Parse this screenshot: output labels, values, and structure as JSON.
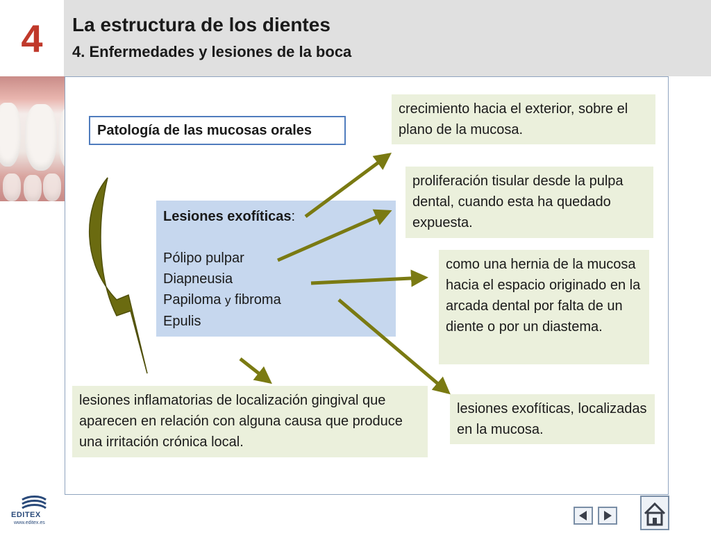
{
  "header": {
    "chapter_number": "4",
    "title": "La estructura de los dientes",
    "subtitle": "4. Enfermedades y lesiones de la boca"
  },
  "diagram": {
    "section_title": "Patología de las mucosas orales",
    "center": {
      "heading": "Lesiones exofíticas",
      "heading_suffix": ":",
      "items": [
        "Pólipo pulpar",
        "Diapneusia",
        "Papiloma",
        "y",
        "fibroma",
        "Epulis"
      ]
    },
    "descriptions": {
      "polipo": "crecimiento hacia el exterior, sobre el plano de la mucosa.",
      "diapneusia": "proliferación tisular desde la pulpa dental, cuando esta ha quedado expuesta.",
      "papiloma": "como una hernia de la mucosa hacia el espacio originado en la arcada dental por falta de un diente o por un diastema.",
      "fibroma": "lesiones exofíticas, localizadas en la mucosa.",
      "epulis": "lesiones inflamatorias de localización gingival que aparecen en relación con alguna causa que produce una irritación crónica local."
    }
  },
  "footer": {
    "brand": "EDITEX",
    "url": "www.editex.es"
  },
  "colors": {
    "chapter_red": "#c0392b",
    "arrow_olive": "#7a7a12",
    "center_fill": "#c6d7ee",
    "description_fill": "#ebf0dc",
    "title_border": "#4f7cbd"
  },
  "icons": [
    "previous-slide-icon",
    "next-slide-icon",
    "home-icon",
    "editex-logo-icon"
  ]
}
